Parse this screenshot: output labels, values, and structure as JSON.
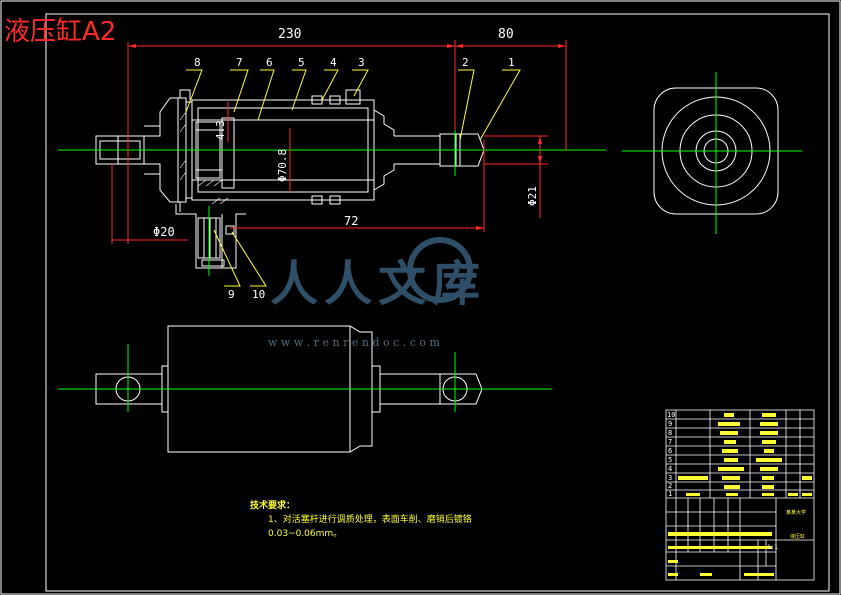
{
  "sheet": {
    "title": "液压缸A2"
  },
  "dimensions": {
    "overall_length": "230",
    "rod_end_length": "80",
    "bore_diameter": "Φ70.8",
    "wall": "4.3",
    "rod_diameter": "Φ21",
    "port_diameter": "Φ20",
    "stroke": "72"
  },
  "balloons": [
    "8",
    "7",
    "6",
    "5",
    "4",
    "3",
    "2",
    "1",
    "9",
    "10"
  ],
  "notes": {
    "heading": "技术要求：",
    "line1": "1、对活塞杆进行调质处理，表面车削、磨销后镀铬",
    "line2": "0.03~0.06mm。"
  },
  "watermark": {
    "brand": "人人文库",
    "url": "w w w . r e n r e n d o c . c o m"
  },
  "title_block": {
    "rows": [
      "10",
      "9",
      "8",
      "7",
      "6",
      "5",
      "4",
      "3",
      "2",
      "1"
    ],
    "part_name": "液压缸",
    "school": "某某大学",
    "scale": "1:1"
  },
  "colors": {
    "background": "#000000",
    "outline": "#ffffff",
    "centerline": "#00ff00",
    "dimension": "#ff2a2a",
    "leader": "#ffff33",
    "watermark": "#3e6a8a"
  }
}
